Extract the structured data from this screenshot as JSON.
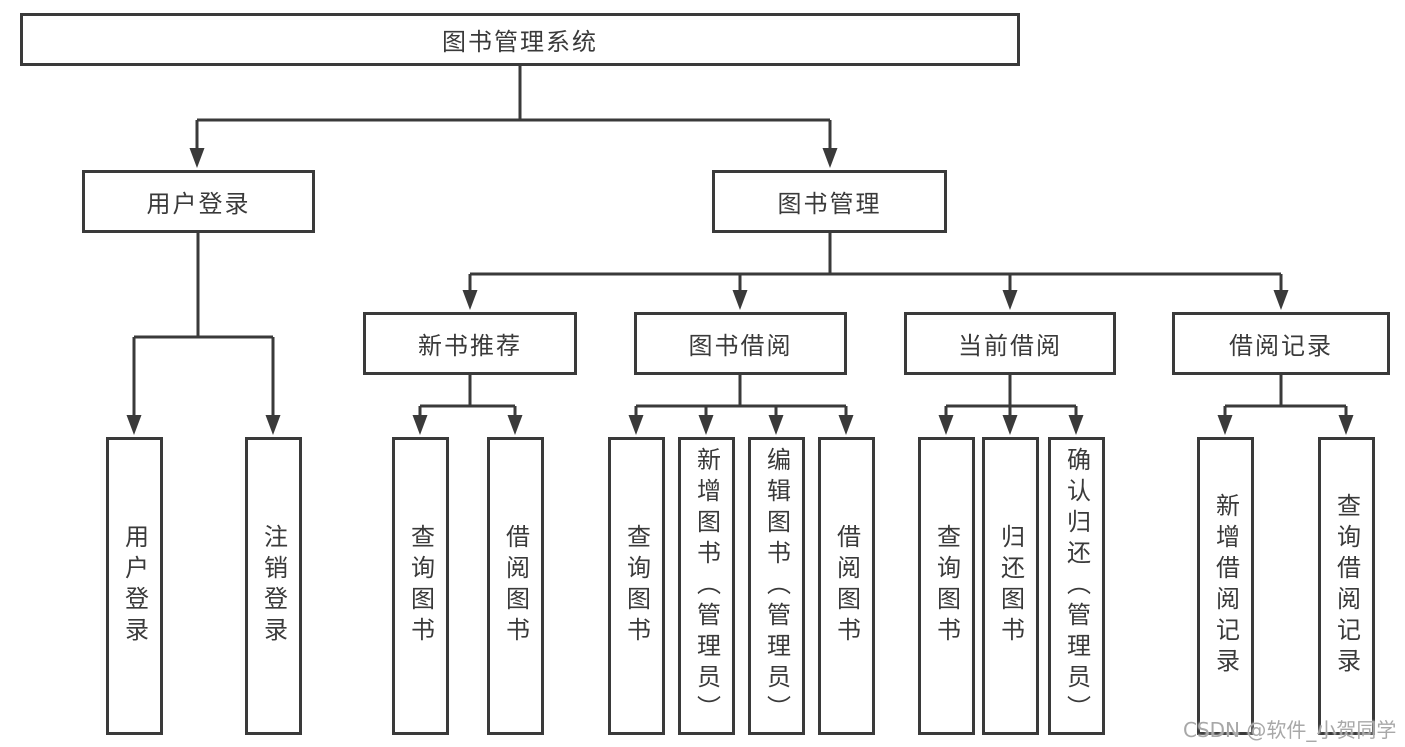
{
  "title": "图书管理系统",
  "tree": {
    "user_login": {
      "label": "用户登录",
      "children": [
        {
          "label": "用户登录"
        },
        {
          "label": "注销登录"
        }
      ]
    },
    "book_management": {
      "label": "图书管理",
      "children": [
        {
          "label": "新书推荐",
          "children": [
            {
              "label": "查询图书"
            },
            {
              "label": "借阅图书"
            }
          ]
        },
        {
          "label": "图书借阅",
          "children": [
            {
              "label": "查询图书"
            },
            {
              "label": "新增图书（管理员）"
            },
            {
              "label": "编辑图书（管理员）"
            },
            {
              "label": "借阅图书"
            }
          ]
        },
        {
          "label": "当前借阅",
          "children": [
            {
              "label": "查询图书"
            },
            {
              "label": "归还图书"
            },
            {
              "label": "确认归还（管理员）"
            }
          ]
        },
        {
          "label": "借阅记录",
          "children": [
            {
              "label": "新增借阅记录"
            },
            {
              "label": "查询借阅记录"
            }
          ]
        }
      ]
    }
  },
  "watermark": "CSDN @软件_小贺同学",
  "colors": {
    "line": "#3a3a3a",
    "text": "#3a3a3a",
    "watermark": "#a8a8a8",
    "background": "#ffffff"
  }
}
